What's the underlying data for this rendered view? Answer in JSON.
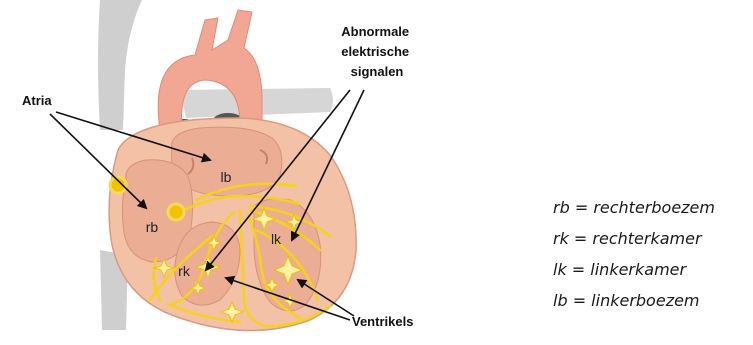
{
  "labels": {
    "atria": "Atria",
    "abnormal_signals": [
      "Abnormale",
      "elektrische",
      "signalen"
    ],
    "ventricles": "Ventrikels",
    "rb": "rb",
    "lb": "lb",
    "rk": "rk",
    "lk": "lk"
  },
  "legend": [
    "rb = rechterboezem",
    "rk = rechterkamer",
    "lk = linkerkamer",
    "lb = linkerboezem"
  ],
  "colors": {
    "vessel_gray": "#cfcfcf",
    "aorta_pink": "#f2a694",
    "heart_outer": "#f3c1a6",
    "chamber_fill": "#ecad95",
    "conduction_yellow": "#f5d316",
    "node_yellow": "#f2c400"
  }
}
